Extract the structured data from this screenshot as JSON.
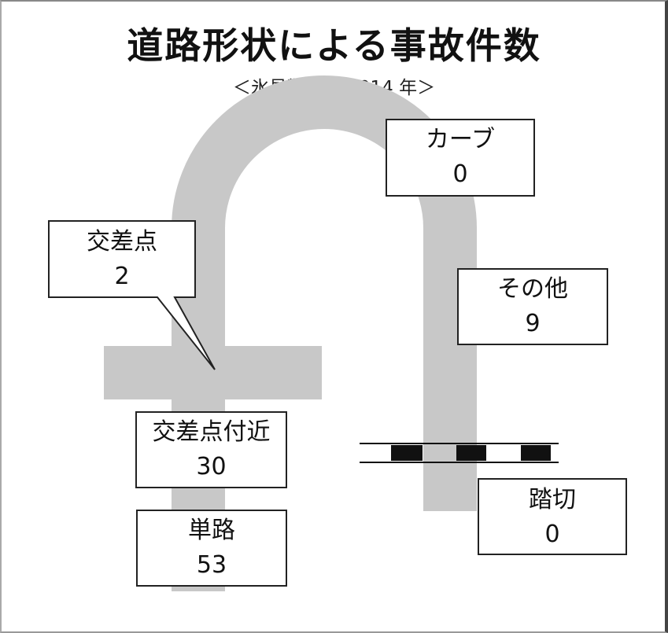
{
  "title": "道路形状による事故件数",
  "subtitle": "＜氷見警察署 2014 年＞",
  "colors": {
    "road": "#c8c8c8",
    "box_border": "#222222",
    "crossing_dark": "#111111"
  },
  "categories": [
    {
      "id": "curve",
      "name": "カーブ",
      "count": "0"
    },
    {
      "id": "intersection",
      "name": "交差点",
      "count": "2"
    },
    {
      "id": "other",
      "name": "その他",
      "count": "9"
    },
    {
      "id": "near_intersection",
      "name": "交差点付近",
      "count": "30"
    },
    {
      "id": "railroad_crossing",
      "name": "踏切",
      "count": "0"
    },
    {
      "id": "single_road",
      "name": "単路",
      "count": "53"
    }
  ]
}
